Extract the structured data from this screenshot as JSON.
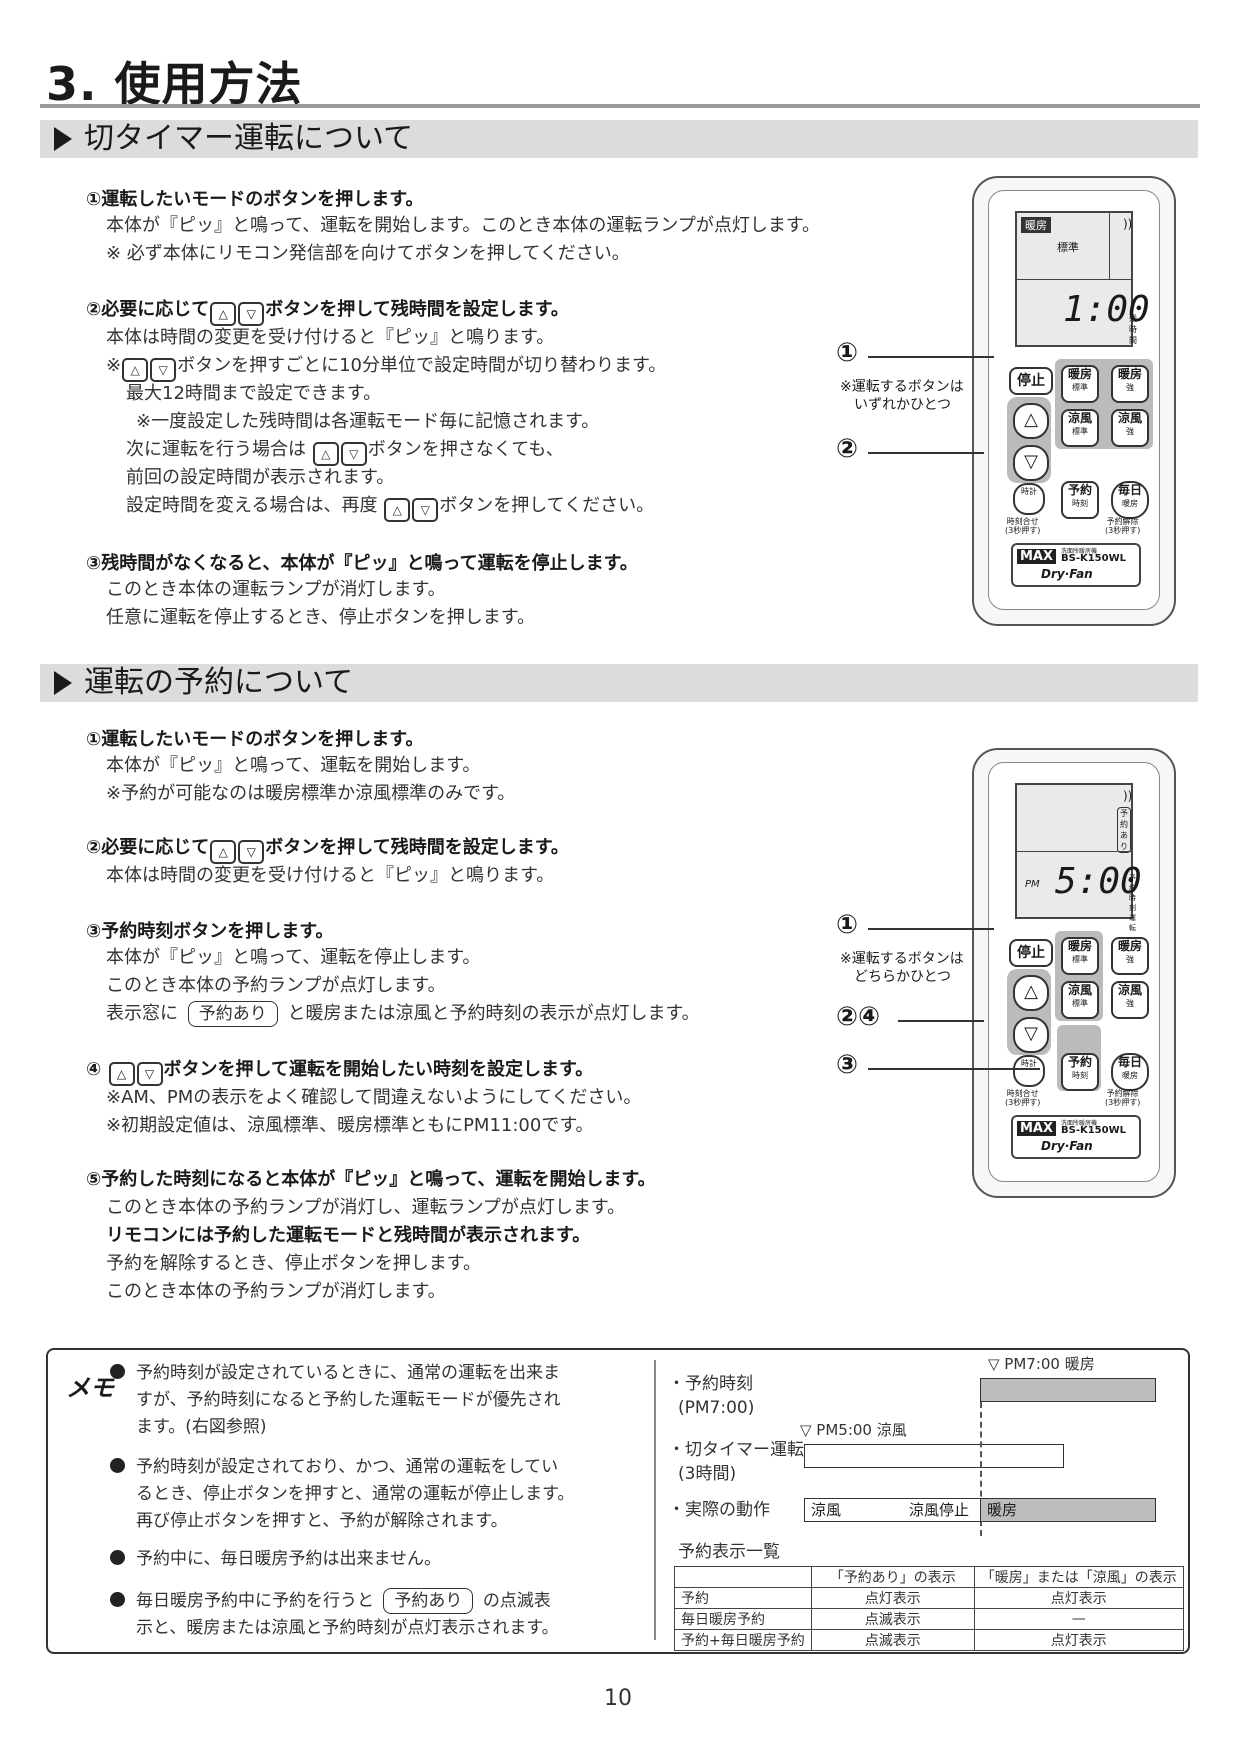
{
  "title": "3. 使用方法",
  "section1": {
    "heading": "切タイマー運転について",
    "step1": {
      "title": "①運転したいモードのボタンを押します。",
      "lines": [
        "本体が『ピッ』と鳴って、運転を開始します。このとき本体の運転ランプが点灯します。",
        "※ 必ず本体にリモコン発信部を向けてボタンを押してください。"
      ]
    },
    "step2": {
      "title_a": "②必要に応じて",
      "title_b": "ボタンを押して残時間を設定します。",
      "l1": "本体は時間の変更を受け付けると『ピッ』と鳴ります。",
      "l2a": "※",
      "l2b": "ボタンを押すごとに10分単位で設定時間が切り替わります。",
      "l3": "最大12時間まで設定できます。",
      "l4": "※一度設定した残時間は各運転モード毎に記憶されます。",
      "l5a": "次に運転を行う場合は",
      "l5b": "ボタンを押さなくても、",
      "l6": "前回の設定時間が表示されます。",
      "l7a": "設定時間を変える場合は、再度",
      "l7b": "ボタンを押してください。"
    },
    "step3": {
      "title": "③残時間がなくなると、本体が『ピッ』と鳴って運転を停止します。",
      "lines": [
        "このとき本体の運転ランプが消灯します。",
        "任意に運転を停止するとき、停止ボタンを押します。"
      ]
    },
    "remote": {
      "mode_label": "暖房",
      "mode_sub": "標準",
      "time": "1:00",
      "time_label": "残時間",
      "callout1": "①",
      "callout1_note1": "※運転するボタンは",
      "callout1_note2": "いずれかひとつ",
      "callout2": "②"
    }
  },
  "section2": {
    "heading": "運転の予約について",
    "step1": {
      "title": "①運転したいモードのボタンを押します。",
      "lines": [
        "本体が『ピッ』と鳴って、運転を開始します。",
        "※予約が可能なのは暖房標準か涼風標準のみです。"
      ]
    },
    "step2": {
      "title_a": "②必要に応じて",
      "title_b": "ボタンを押して残時間を設定します。",
      "lines": [
        "本体は時間の変更を受け付けると『ピッ』と鳴ります。"
      ]
    },
    "step3": {
      "title": "③予約時刻ボタンを押します。",
      "lines": [
        "本体が『ピッ』と鳴って、運転を停止します。",
        "このとき本体の予約ランプが点灯します。"
      ],
      "l3a": "表示窓に",
      "l3badge": "予約あり",
      "l3b": "と暖房または涼風と予約時刻の表示が点灯します。"
    },
    "step4": {
      "title_a": "④",
      "title_b": "ボタンを押して運転を開始したい時刻を設定します。",
      "lines": [
        "※AM、PMの表示をよく確認して間違えないようにしてください。",
        "※初期設定値は、涼風標準、暖房標準ともにPM11:00です。"
      ]
    },
    "step5": {
      "title": "⑤予約した時刻になると本体が『ピッ』と鳴って、運転を開始します。",
      "l1": "このとき本体の予約ランプが消灯し、運転ランプが点灯します。",
      "l2": "リモコンには予約した運転モードと残時間が表示されます。",
      "l3": "予約を解除するとき、停止ボタンを押します。",
      "l4": "このとき本体の予約ランプが消灯します。"
    },
    "remote": {
      "badge": "予約あり",
      "ampm": "PM",
      "time": "5:00",
      "time_label1": "予約時刻",
      "time_label2": "運転",
      "callout1": "①",
      "callout1_note1": "※運転するボタンは",
      "callout1_note2": "どちらかひとつ",
      "callout24": "②④",
      "callout3": "③"
    }
  },
  "remote_common": {
    "stop": "停止",
    "heat": "暖房",
    "cool": "涼風",
    "standard": "標準",
    "strong": "強",
    "up": "△",
    "down": "▽",
    "reserve1": "予約",
    "reserve2": "時刻",
    "daily1": "毎日",
    "daily2": "暖房",
    "clock": "時計",
    "clock_set": "時刻合せ",
    "clock_set2": "(3秒押す)",
    "cancel": "予約解除",
    "cancel2": "(3秒押す)",
    "brand": "MAX",
    "model_small": "洗面所暖房機",
    "model": "BS-K150WL",
    "product": "Dry·Fan"
  },
  "memo": {
    "label": "メモ",
    "items": [
      [
        "予約時刻が設定されているときに、通常の運転を出来ま",
        "すが、予約時刻になると予約した運転モードが優先され",
        "ます。(右図参照)"
      ],
      [
        "予約時刻が設定されており、かつ、通常の運転をしてい",
        "るとき、停止ボタンを押すと、通常の運転が停止します。",
        "再び停止ボタンを押すと、予約が解除されます。"
      ],
      [
        "予約中に、毎日暖房予約は出来ません。"
      ]
    ],
    "item4a": "毎日暖房予約中に予約を行うと",
    "item4badge": "予約あり",
    "item4b": "の点滅表",
    "item4c": "示と、暖房または涼風と予約時刻が点灯表示されます。",
    "timeline": {
      "row1a": "・予約時刻",
      "row1b": "(PM7:00)",
      "row2a": "・切タイマー運転",
      "row2b": "(3時間)",
      "row3": "・実際の動作",
      "mark1": "▽ PM7:00 暖房",
      "mark2": "▽ PM5:00 涼風",
      "act1": "涼風",
      "act2": "涼風停止",
      "act3": "暖房"
    },
    "table": {
      "title": "予約表示一覧",
      "headers": [
        "",
        "「予約あり」の表示",
        "「暖房」または「涼風」の表示"
      ],
      "rows": [
        [
          "予約",
          "点灯表示",
          "点灯表示"
        ],
        [
          "毎日暖房予約",
          "点滅表示",
          "—"
        ],
        [
          "予約+毎日暖房予約",
          "点滅表示",
          "点灯表示"
        ]
      ]
    }
  },
  "page_number": "10"
}
